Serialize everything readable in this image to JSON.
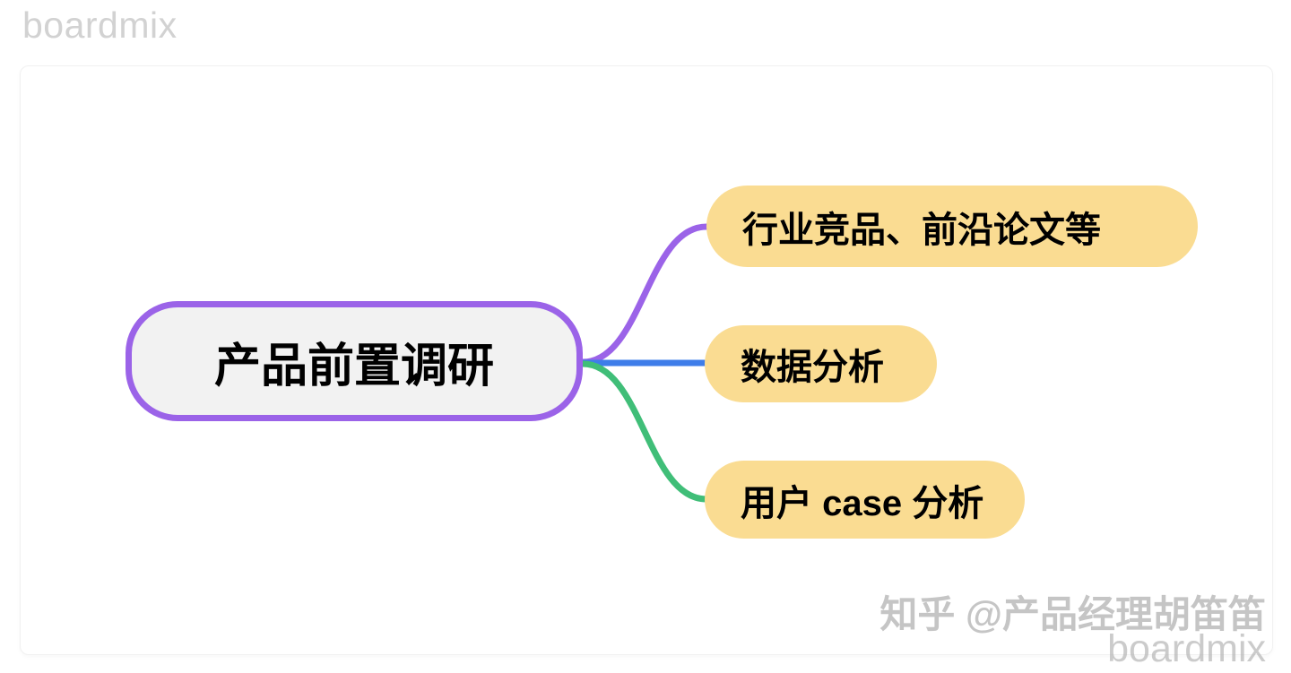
{
  "brand": {
    "logo": "boardmix"
  },
  "mindmap": {
    "root": {
      "label": "产品前置调研"
    },
    "children": [
      {
        "label": "行业竞品、前沿论文等"
      },
      {
        "label": "数据分析"
      },
      {
        "label": "用户 case 分析"
      }
    ],
    "colors": {
      "root_border": "#9b63e8",
      "root_fill": "#f2f2f2",
      "child_fill": "#fadc92",
      "connector_top": "#9b63e8",
      "connector_middle": "#3e7de9",
      "connector_bottom": "#40be78",
      "text": "#000000"
    }
  },
  "watermark": {
    "line1": "知乎 @产品经理胡笛笛",
    "line2": "boardmix"
  }
}
